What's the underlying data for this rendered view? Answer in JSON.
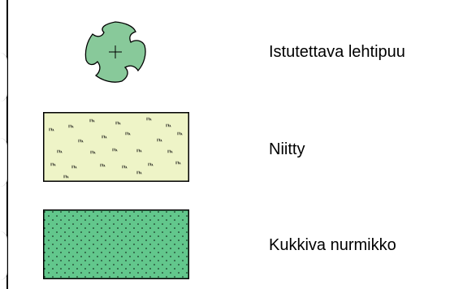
{
  "legend": {
    "items": [
      {
        "label": "Istutettava lehtipuu",
        "symbol": "deciduous-tree-symbol",
        "fill": "#88c99a",
        "stroke": "#000000"
      },
      {
        "label": "Niitty",
        "symbol": "meadow-grass-pattern",
        "fill": "#eef4c7",
        "stroke": "#000000"
      },
      {
        "label": "Kukkiva nurmikko",
        "symbol": "flowering-lawn-dot-pattern",
        "fill": "#62c78c",
        "stroke": "#000000"
      }
    ]
  }
}
